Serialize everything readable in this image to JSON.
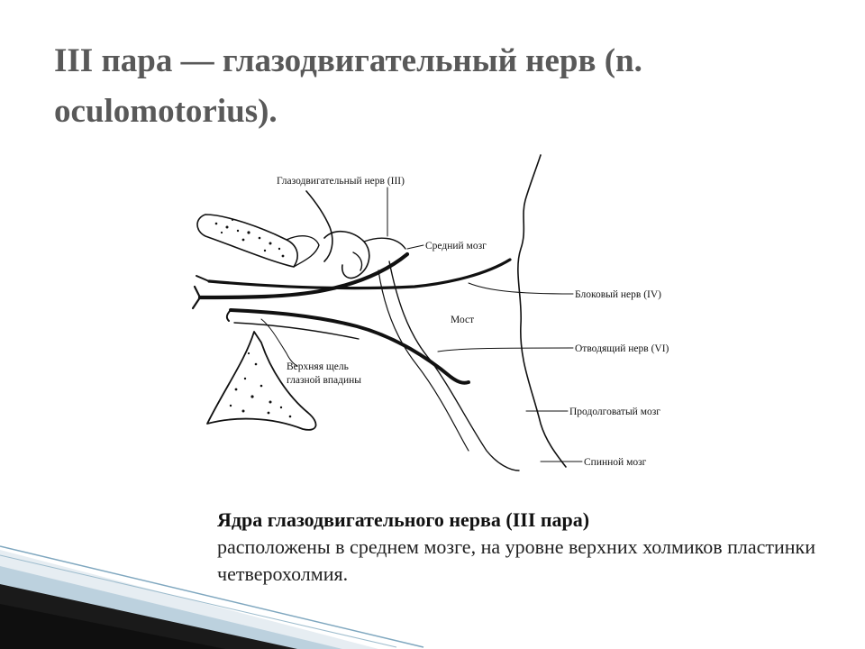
{
  "slide": {
    "title": "III пара — глазодвигательный нерв (n. oculomotorius).",
    "caption_bold": "Ядра глазодвигательного нерва (III пара)",
    "caption_rest": "расположены в среднем мозге, на уровне верхних холмиков пластинки четверохолмия."
  },
  "diagram": {
    "labels": {
      "oculomotor": "Глазодвигательный нерв (III)",
      "midbrain": "Средний мозг",
      "trochlear": "Блоковый нерв (IV)",
      "pons": "Мост",
      "abducens": "Отводящий нерв (VI)",
      "fissure_line1": "Верхняя щель",
      "fissure_line2": "глазной впадины",
      "medulla": "Продолговатый мозг",
      "spinal": "Спинной мозг"
    }
  },
  "colors": {
    "title": "#595959",
    "text": "#222222",
    "ink": "#111111",
    "accent": "#2f6f8f"
  }
}
